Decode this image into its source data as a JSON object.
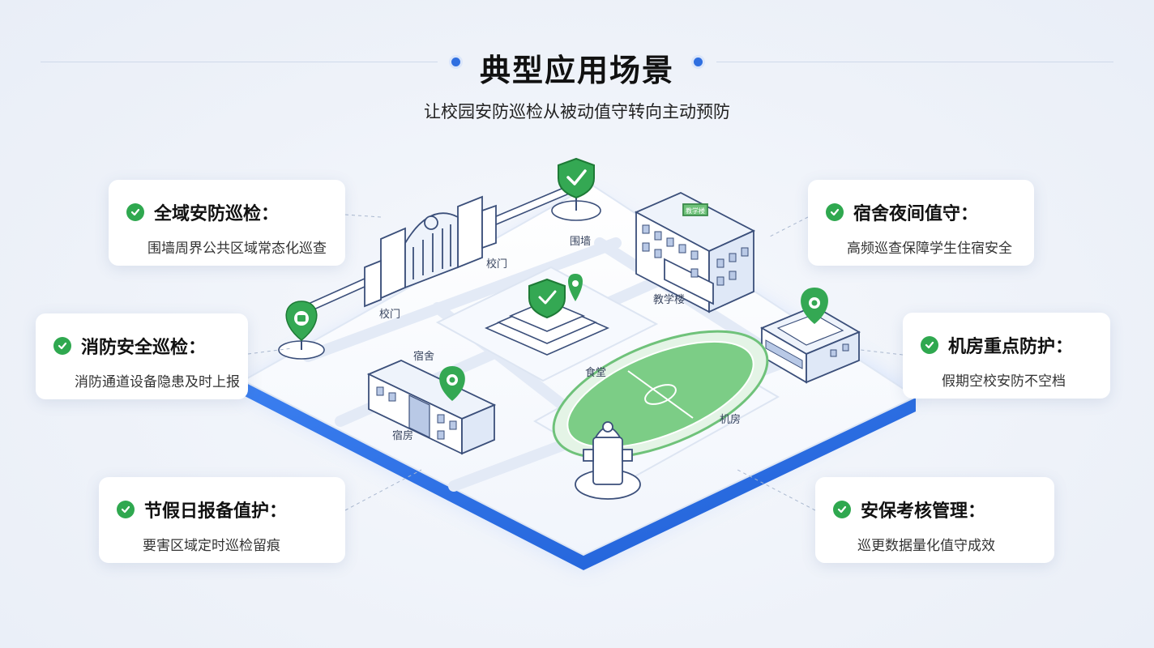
{
  "header": {
    "title": "典型应用场景",
    "subtitle": "让校园安防巡检从被动值守转向主动预防"
  },
  "colors": {
    "accent_blue": "#2f6fe0",
    "check_green": "#2fa84f",
    "building_outline": "#3b4f7a",
    "field_green": "#6fc27a"
  },
  "cards": [
    {
      "title": "全域安防巡检：",
      "desc": "围墙周界公共区域常态化巡查"
    },
    {
      "title": "消防安全巡检：",
      "desc": "消防通道设备隐患及时上报"
    },
    {
      "title": "节假日报备值护：",
      "desc": "要害区域定时巡检留痕"
    },
    {
      "title": "宿舍夜间值守：",
      "desc": "高频巡查保障学生住宿安全"
    },
    {
      "title": "机房重点防护：",
      "desc": "假期空校安防不空档"
    },
    {
      "title": "安保考核管理：",
      "desc": "巡更数据量化值守成效"
    }
  ],
  "map_labels": {
    "gate_1": "校门",
    "gate_2": "校门",
    "wall": "围墙",
    "teaching": "教学楼",
    "dorm": "宿舍",
    "dorm_2": "宿房",
    "canteen": "食堂",
    "server_room": "机房"
  },
  "icons": {
    "check": "check-circle-icon",
    "shield": "shield-check-icon",
    "pin": "location-pin-icon",
    "hydrant": "fire-hydrant-icon",
    "building_sign": "教学楼"
  }
}
